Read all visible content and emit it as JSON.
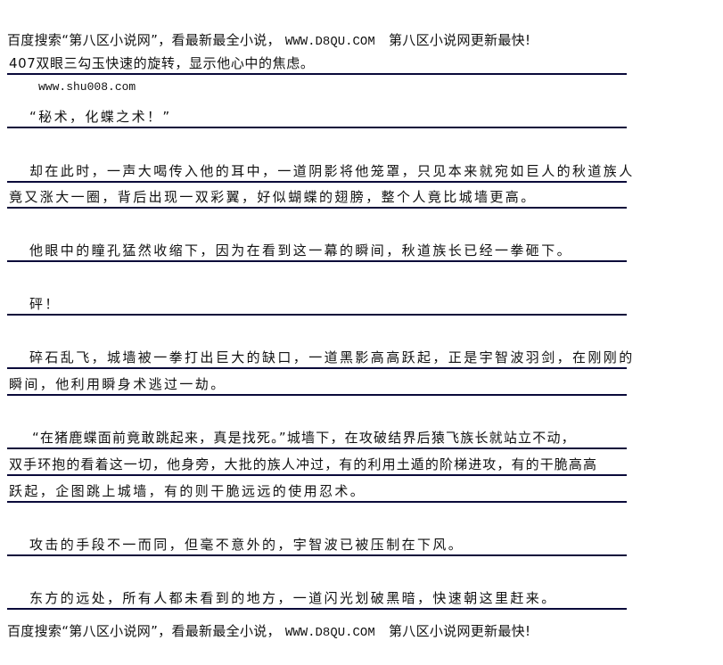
{
  "banner": {
    "text_before": "百度搜索“第八区小说网”，看最新最全小说，",
    "url": "WWW.D8QU.COM",
    "text_after": "第八区小说网更新最快!"
  },
  "chapter_title": "407双眼三勾玉快速的旋转，显示他心中的焦虑。",
  "site": "www.shu008.com",
  "lines": [
    "“秘术，化蝶之术！”",
    "却在此时，一声大喝传入他的耳中，一道阴影将他笼罩，只见本来就宛如巨人的秋道族人",
    "竟又涨大一圈，背后出现一双彩翼，好似蝴蝶的翅膀，整个人竟比城墙更高。",
    "他眼中的瞳孔猛然收缩下，因为在看到这一幕的瞬间，秋道族长已经一拳砸下。",
    "砰！",
    "碎石乱飞，城墙被一拳打出巨大的缺口，一道黑影高高跃起，正是宇智波羽剑，在刚刚的",
    "瞬间，他利用瞬身术逃过一劫。",
    "“在猪鹿蝶面前竟敢跳起来，真是找死。”城墙下，在攻破结界后猿飞族长就站立不动，",
    "双手环抱的看着这一切，他身旁，大批的族人冲过，有的利用土遁的阶梯进攻，有的干脆高高",
    "跃起，企图跳上城墙，有的则干脆远远的使用忍术。",
    "攻击的手段不一而同，但毫不意外的，宇智波已被压制在下风。",
    "东方的远处，所有人都未看到的地方，一道闪光划破黑暗，快速朝这里赶来。"
  ]
}
